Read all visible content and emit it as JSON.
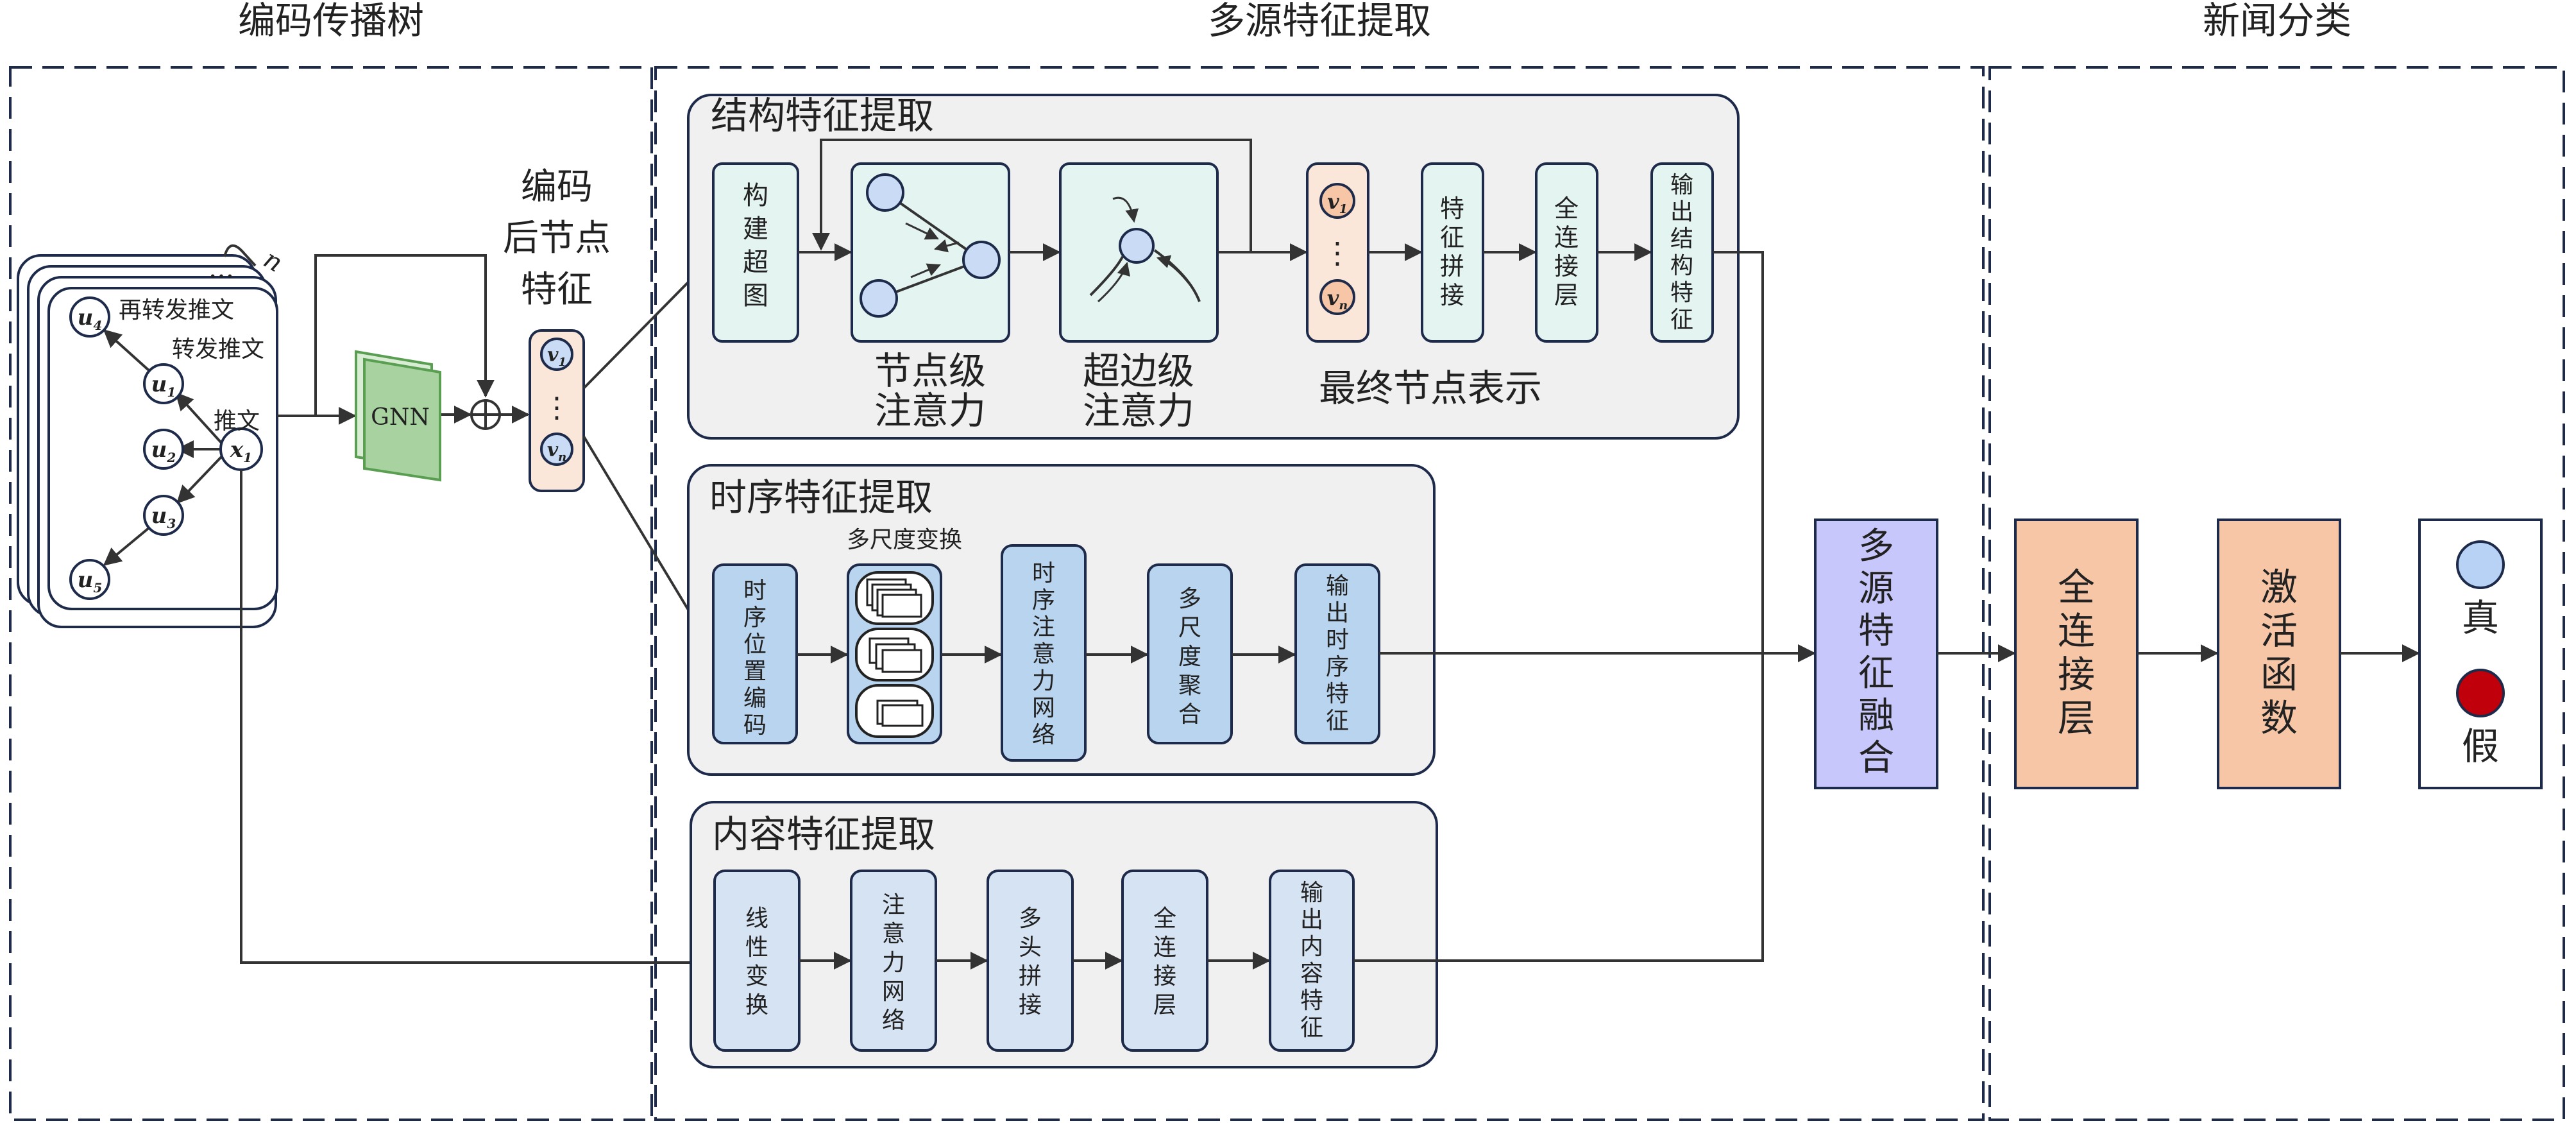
{
  "sections": {
    "encode_tree": "编码传播树",
    "multi_source": "多源特征提取",
    "news_cls": "新闻分类"
  },
  "tree": {
    "label_retweet2": "再转发推文",
    "label_retweet": "转发推文",
    "label_tweet": "推文",
    "stack_n": "n",
    "nodes": [
      {
        "base": "u",
        "sub": "4"
      },
      {
        "base": "u",
        "sub": "1"
      },
      {
        "base": "u",
        "sub": "2"
      },
      {
        "base": "x",
        "sub": "1"
      },
      {
        "base": "u",
        "sub": "3"
      },
      {
        "base": "u",
        "sub": "5"
      }
    ]
  },
  "gnn": "GNN",
  "encoded": {
    "title": [
      "编码",
      "后节点",
      "特征"
    ],
    "v1": {
      "base": "v",
      "sub": "1"
    },
    "vn": {
      "base": "v",
      "sub": "n"
    }
  },
  "structure": {
    "title": "结构特征提取",
    "build": [
      "构",
      "建",
      "超",
      "图"
    ],
    "node_att": [
      "节点级",
      "注意力"
    ],
    "edge_att": [
      "超边级",
      "注意力"
    ],
    "final_repr": "最终节点表示",
    "v1": {
      "base": "v",
      "sub": "1"
    },
    "vn": {
      "base": "v",
      "sub": "n"
    },
    "concat": [
      "特",
      "征",
      "拼",
      "接"
    ],
    "fc": [
      "全",
      "连",
      "接",
      "层"
    ],
    "out": [
      "输",
      "出",
      "结",
      "构",
      "特",
      "征"
    ]
  },
  "temporal": {
    "title": "时序特征提取",
    "multiscale_label": "多尺度变换",
    "pos_enc": [
      "时",
      "序",
      "位",
      "置",
      "编",
      "码"
    ],
    "att_net": [
      "时",
      "序",
      "注",
      "意",
      "力",
      "网",
      "络"
    ],
    "agg": [
      "多",
      "尺",
      "度",
      "聚",
      "合"
    ],
    "out": [
      "输",
      "出",
      "时",
      "序",
      "特",
      "征"
    ]
  },
  "content": {
    "title": "内容特征提取",
    "linear": [
      "线",
      "性",
      "变",
      "换"
    ],
    "att_net": [
      "注",
      "意",
      "力",
      "网",
      "络"
    ],
    "multihead": [
      "多",
      "头",
      "拼",
      "接"
    ],
    "fc": [
      "全",
      "连",
      "接",
      "层"
    ],
    "out": [
      "输",
      "出",
      "内",
      "容",
      "特",
      "征"
    ]
  },
  "fusion": [
    "多",
    "源",
    "特",
    "征",
    "融",
    "合"
  ],
  "classifier": {
    "fc": [
      "全",
      "连",
      "接",
      "层"
    ],
    "act": [
      "激",
      "活",
      "函",
      "数"
    ],
    "real": "真",
    "fake": "假"
  },
  "colors": {
    "border": "#1d2a4a",
    "panel_bg": "#f0f0f0",
    "mint": "#e4f5f1",
    "blue": "#b9d4ee",
    "light_blue": "#d6e3f3",
    "peach": "#fbe7da",
    "green": "#a8d3a0",
    "lavender": "#c7c7fb",
    "orange": "#f7c6a6",
    "node_blue": "#b8d2f5",
    "node_red": "#c0000b"
  }
}
